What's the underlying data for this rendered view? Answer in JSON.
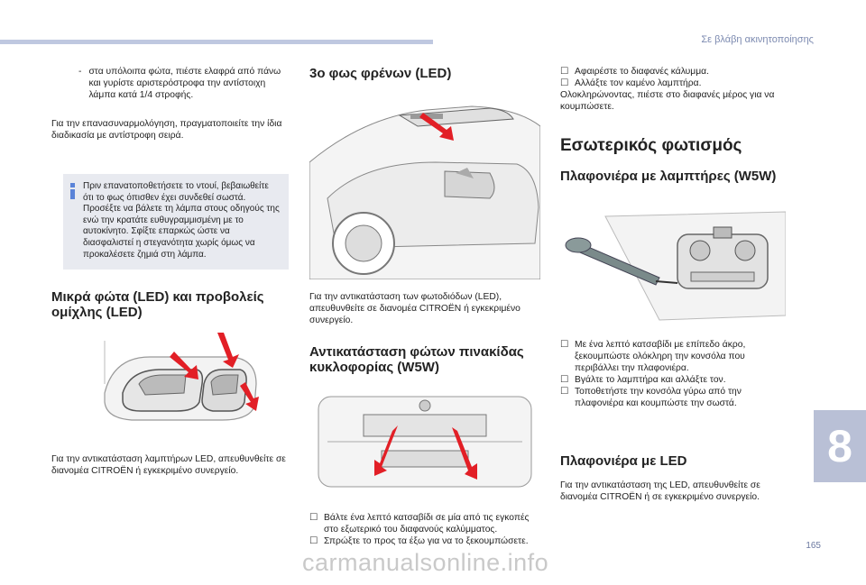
{
  "header": {
    "title": "Σε βλάβη ακινητοποίησης"
  },
  "chapter": {
    "number": "8"
  },
  "page": {
    "number": "165"
  },
  "watermark": {
    "text": "carmanualsonline.info"
  },
  "col1": {
    "dash_text": "στα υπόλοιπα φώτα, πιέστε ελαφρά από πάνω και γυρίστε αριστερόστροφα την αντίστοιχη λάμπα κατά 1/4 στροφής.",
    "reassembly": "Για την επανασυναρμολόγηση, πραγματοποιείτε την ίδια διαδικασία με αντίστροφη σειρά.",
    "info": "Πριν επανατοποθετήσετε το ντουί, βεβαιωθείτε ότι το φως όπισθεν έχει συνδεθεί σωστά. Προσέξτε να βάλετε τη λάμπα στους οδηγούς της ενώ την κρατάτε ευθυγραμμισμένη με το αυτοκίνητο. Σφίξτε επαρκώς ώστε να διασφαλιστεί η στεγανότητα χωρίς όμως να προκαλέσετε ζημιά στη λάμπα.",
    "section_title": "Μικρά φώτα (LED) και προβολείς ομίχλης (LED)",
    "section_text": "Για την αντικατάσταση λαμπτήρων LED, απευθυνθείτε σε διανομέα CITROËN ή εγκεκριμένο συνεργείο."
  },
  "col2": {
    "section1_title": "3ο φως φρένων (LED)",
    "section1_text": "Για την αντικατάσταση των φωτοδιόδων (LED), απευθυνθείτε σε διανομέα CITROËN ή εγκεκριμένο συνεργείο.",
    "section2_title": "Αντικατάσταση φώτων πινακίδας κυκλοφορίας (W5W)",
    "bullets": [
      "Βάλτε ένα λεπτό κατσαβίδι σε μία από τις εγκοπές στο εξωτερικό του διαφανούς καλύμματος.",
      "Σπρώξτε το προς τα έξω για να το ξεκουμπώσετε."
    ]
  },
  "col3": {
    "bullets_top": [
      "Αφαιρέστε το διαφανές κάλυμμα.",
      "Αλλάξτε τον καμένο λαμπτήρα."
    ],
    "bullets_top_after": "Ολοκληρώνοντας, πιέστε στο διαφανές μέρος για να κουμπώσετε.",
    "main_title": "Εσωτερικός φωτισμός",
    "sub1_title": "Πλαφονιέρα με λαμπτήρες (W5W)",
    "bullets_mid": [
      "Με ένα λεπτό κατσαβίδι με επίπεδο άκρο, ξεκουμπώστε ολόκληρη την κονσόλα που περιβάλλει την πλαφονιέρα.",
      "Βγάλτε το λαμπτήρα και αλλάξτε τον.",
      "Τοποθετήστε την κονσόλα γύρω από την πλαφονιέρα και κουμπώστε την σωστά."
    ],
    "sub2_title": "Πλαφονιέρα με LED",
    "sub2_text": "Για την αντικατάσταση της LED, απευθυνθείτε σε διανομέα CITROËN ή σε εγκεκριμένο συνεργείο."
  },
  "icons": {
    "bullet": "checkbox-bullet-icon",
    "info": "info-icon"
  },
  "colors": {
    "accent": "#5a83d8",
    "arrow": "#e21f26",
    "tab": "#b9c0d6",
    "infobox": "#e8eaf0"
  }
}
